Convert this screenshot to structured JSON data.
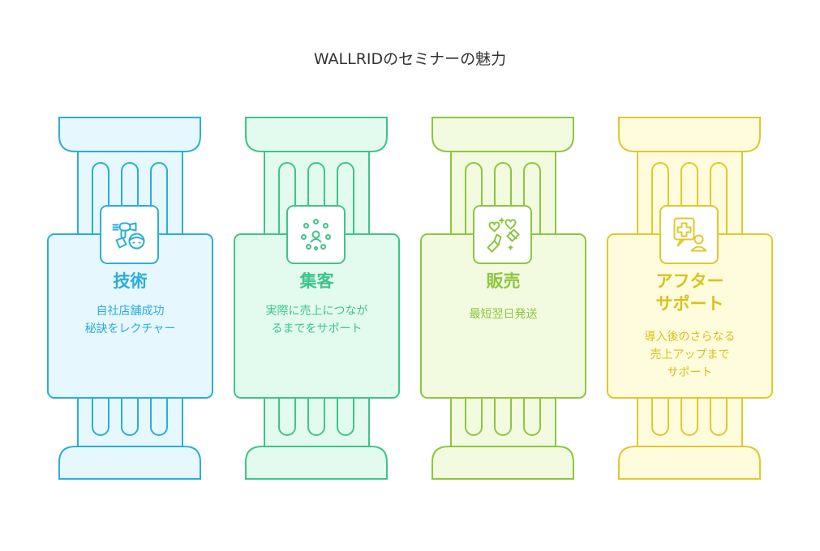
{
  "title": "WALLRIDのセミナーの魅力",
  "pillars": [
    {
      "heading": "技術",
      "description": "自社店舗成功\n秘訣をレクチャー",
      "icon": "hair-dryer-stylist-icon",
      "colors": {
        "stroke": "#2aaed9",
        "fill": "#e6f7fd",
        "text": "#2aaed9"
      }
    },
    {
      "heading": "集客",
      "description": "実際に売上につなが\nるまでをサポート",
      "icon": "people-network-icon",
      "colors": {
        "stroke": "#3ec48a",
        "fill": "#e3fbef",
        "text": "#3ec48a"
      }
    },
    {
      "heading": "販売",
      "description": "最短翌日発送",
      "icon": "cosmetics-hearts-icon",
      "colors": {
        "stroke": "#8dc63f",
        "fill": "#f2fbdf",
        "text": "#8dc63f"
      }
    },
    {
      "heading": "アフター\nサポート",
      "description": "導入後のさらなる\n売上アップまで\nサポート",
      "icon": "medical-support-icon",
      "colors": {
        "stroke": "#e0c92a",
        "fill": "#fffbdd",
        "text": "#d9c21c"
      }
    }
  ]
}
